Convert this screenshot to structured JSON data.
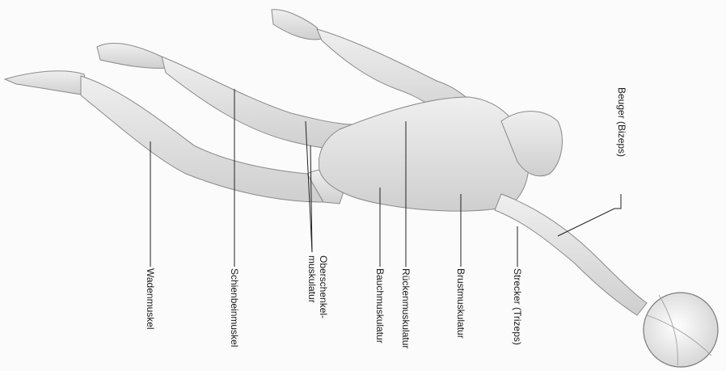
{
  "labels": {
    "biceps": "Beuger (Bizeps)",
    "trizeps": "Strecker (Trizeps)",
    "brust": "Brustmuskulatur",
    "ruecken": "Rückenmuskulatur",
    "bauch": "Bauchmuskulatur",
    "oberschenkel_1": "Oberschenkel-",
    "oberschenkel_2": "muskulatur",
    "schienbein": "Schienbeinmuskel",
    "waden": "Wadenmuskel"
  }
}
